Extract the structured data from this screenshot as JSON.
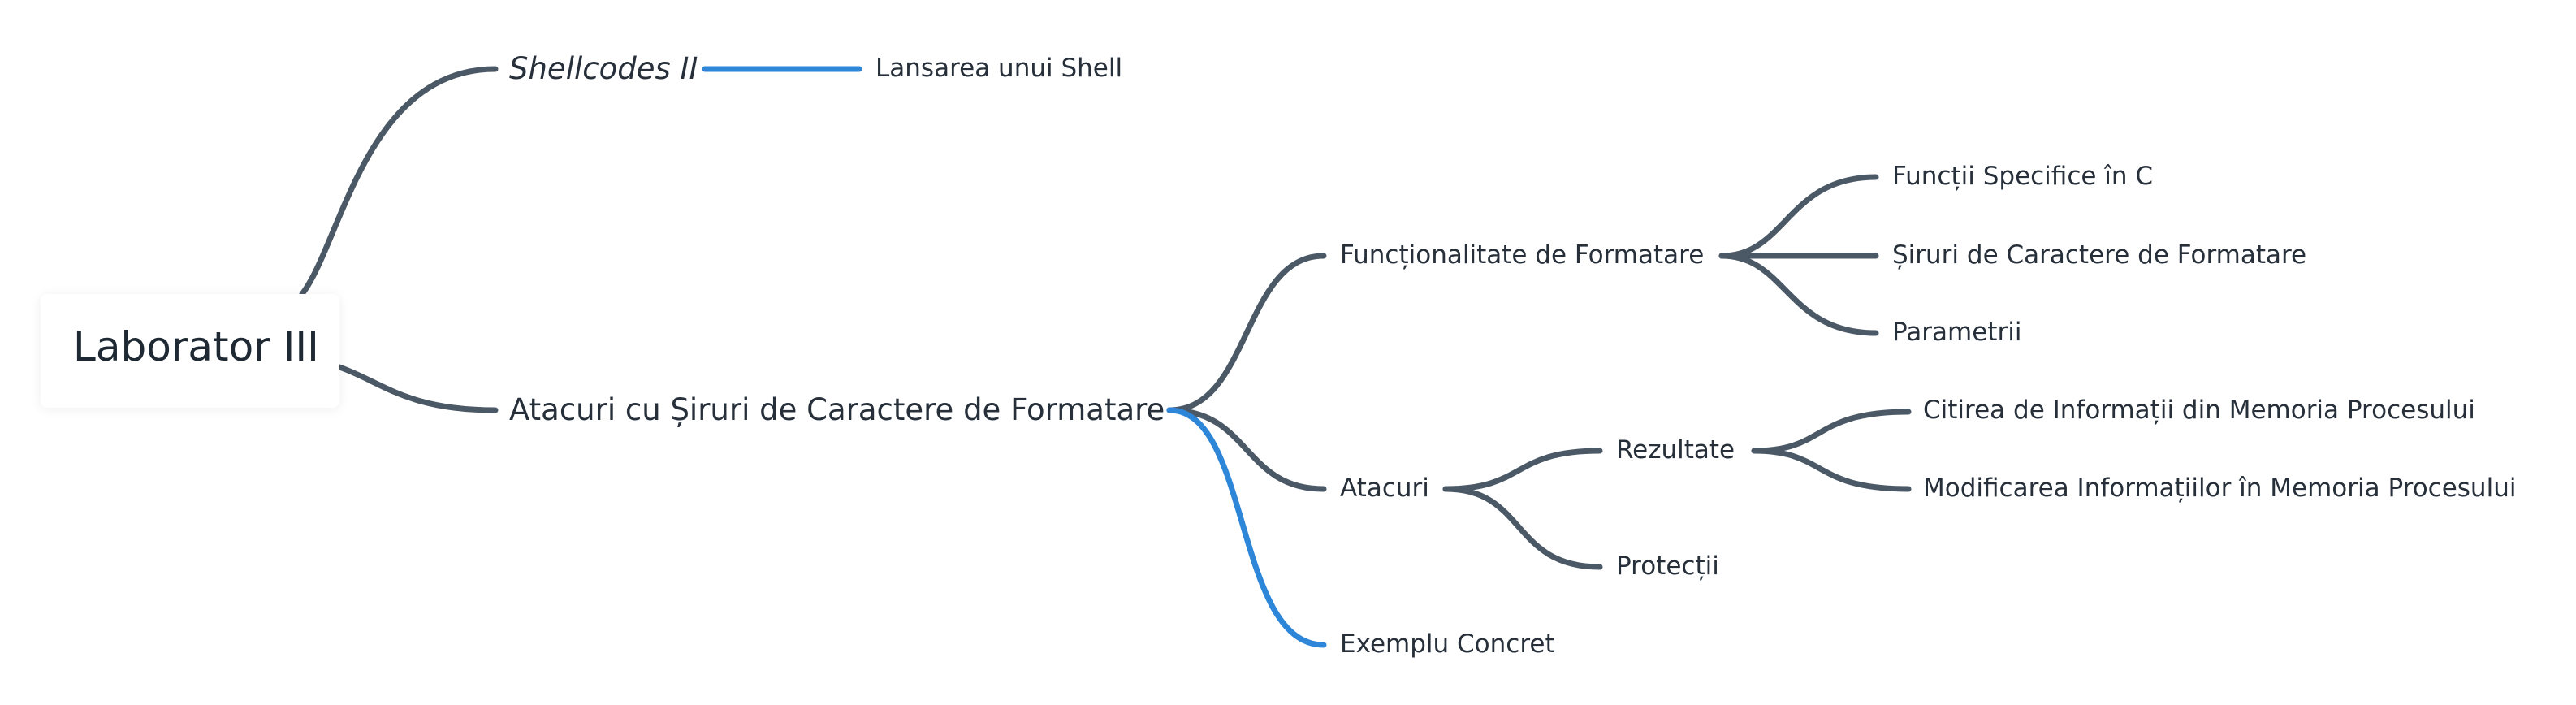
{
  "root": {
    "label": "Laborator III"
  },
  "branches": [
    {
      "label": "Shellcodes II",
      "children": [
        {
          "label": "Lansarea unui Shell"
        }
      ]
    },
    {
      "label": "Atacuri cu Șiruri de Caractere de Formatare",
      "children": [
        {
          "label": "Funcționalitate de Formatare",
          "children": [
            {
              "label": "Funcții Specifice în C"
            },
            {
              "label": "Șiruri de Caractere de Formatare"
            },
            {
              "label": "Parametrii"
            }
          ]
        },
        {
          "label": "Atacuri",
          "children": [
            {
              "label": "Rezultate",
              "children": [
                {
                  "label": "Citirea de Informații din Memoria Procesului"
                },
                {
                  "label": "Modificarea Informațiilor în Memoria Procesului"
                }
              ]
            },
            {
              "label": "Protecții"
            }
          ]
        },
        {
          "label": "Exemplu Concret"
        }
      ]
    }
  ],
  "colors": {
    "link": "#4b5866",
    "highlight": "#2e86d8",
    "text": "#27303a"
  }
}
